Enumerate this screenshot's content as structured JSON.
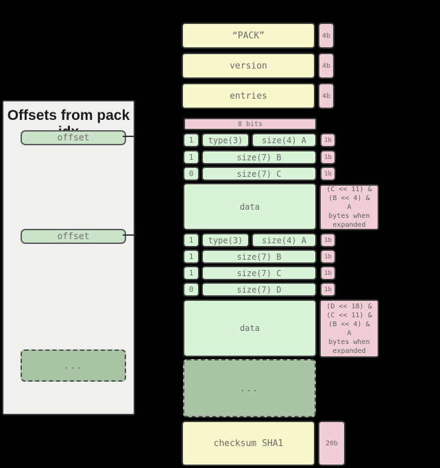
{
  "colors": {
    "background": "#000000",
    "yellow_block": "#f8f8cc",
    "green_block": "#d9f3d8",
    "pink_block": "#f1ced6",
    "sage_block": "#a9c3a5",
    "panel_background": "#f0f0ee",
    "border": "#3c3c3c"
  },
  "panel": {
    "title": "Offsets from pack idx",
    "offsets": [
      "offset",
      "offset"
    ],
    "ellipsis": "..."
  },
  "header_blocks": [
    {
      "label": "“PACK”",
      "size": "4b"
    },
    {
      "label": "version",
      "size": "4b"
    },
    {
      "label": "entries",
      "size": "4b"
    }
  ],
  "bits_header": "8 bits",
  "entry_groups": [
    {
      "rows": [
        {
          "bit": "1",
          "cells": [
            "type(3)",
            "size(4) A"
          ],
          "size": "1b"
        },
        {
          "bit": "1",
          "cells": [
            "size(7) B"
          ],
          "size": "1b"
        },
        {
          "bit": "0",
          "cells": [
            "size(7) C"
          ],
          "size": "1b"
        }
      ],
      "data_label": "data",
      "note_lines": [
        "(C << 11) &",
        "(B << 4) &",
        "A",
        "bytes when",
        "expanded"
      ]
    },
    {
      "rows": [
        {
          "bit": "1",
          "cells": [
            "type(3)",
            "size(4) A"
          ],
          "size": "1b"
        },
        {
          "bit": "1",
          "cells": [
            "size(7) B"
          ],
          "size": "1b"
        },
        {
          "bit": "1",
          "cells": [
            "size(7) C"
          ],
          "size": "1b"
        },
        {
          "bit": "0",
          "cells": [
            "size(7) D"
          ],
          "size": "1b"
        }
      ],
      "data_label": "data",
      "note_lines": [
        "(D << 18) &",
        "(C << 11) &",
        "(B << 4) &",
        "A",
        "bytes when",
        "expanded"
      ]
    }
  ],
  "more_entries": "...",
  "footer_block": {
    "label": "checksum SHA1",
    "size": "20b"
  }
}
